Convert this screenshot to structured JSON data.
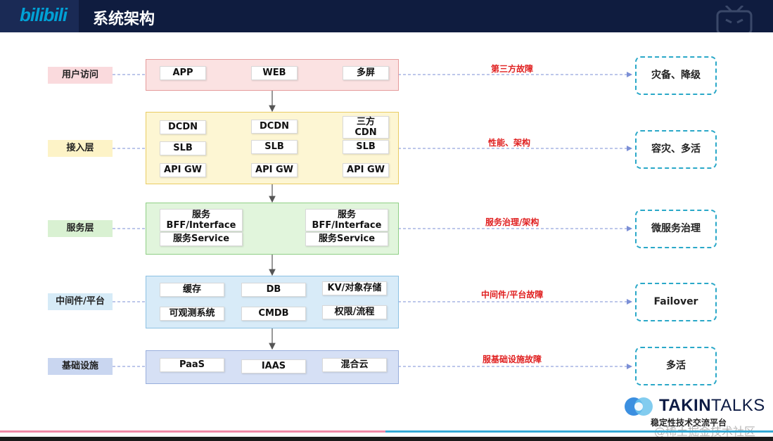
{
  "header": {
    "logo": "bilibili",
    "title": "系统架构"
  },
  "layers": [
    {
      "label": "用户访问",
      "label_bg": "#fadadd",
      "box_bg": "#fbe2e2",
      "box_border": "#e59a9a",
      "chips": [
        "APP",
        "WEB",
        "多屏"
      ],
      "risk": "第三方故障",
      "strategy": "灾备、降级"
    },
    {
      "label": "接入层",
      "label_bg": "#fdf3c7",
      "box_bg": "#fdf6d3",
      "box_border": "#e9cc63",
      "chips": [
        "DCDN",
        "SLB",
        "API GW",
        "DCDN",
        "SLB",
        "API GW",
        "三方CDN",
        "SLB",
        "API GW"
      ],
      "risk": "性能、架构",
      "strategy": "容灾、多活"
    },
    {
      "label": "服务层",
      "label_bg": "#d9f1d2",
      "box_bg": "#e1f5dc",
      "box_border": "#8fcf85",
      "chips": [
        "服务BFF/Interface",
        "服务Service",
        "服务BFF/Interface",
        "服务Service"
      ],
      "risk": "服务治理/架构",
      "strategy": "微服务治理"
    },
    {
      "label": "中间件/平台",
      "label_bg": "#d6ebf7",
      "box_bg": "#d8ebf8",
      "box_border": "#8cc1e3",
      "chips": [
        "缓存",
        "DB",
        "KV/对象存储",
        "可观测系统",
        "CMDB",
        "权限/流程"
      ],
      "risk": "中间件/平台故障",
      "strategy": "Failover"
    },
    {
      "label": "基础设施",
      "label_bg": "#c9d6f0",
      "box_bg": "#d6e0f5",
      "box_border": "#98aedc",
      "chips": [
        "PaaS",
        "IAAS",
        "混合云"
      ],
      "risk": "服基础设施故障",
      "strategy": "多活"
    }
  ],
  "chips_layer1": {
    "c0": "APP",
    "c1": "WEB",
    "c2": "多屏"
  },
  "chips_layer2": {
    "r0a": "DCDN",
    "r1a": "SLB",
    "r2a": "API GW",
    "r0b": "DCDN",
    "r1b": "SLB",
    "r2b": "API GW",
    "r0c_top": "三方",
    "r0c_bot": "CDN",
    "r1c": "SLB",
    "r2c": "API GW"
  },
  "chips_layer3": {
    "bff_top": "服务",
    "bff_bot": "BFF/Interface",
    "svc": "服务Service"
  },
  "chips_layer4": {
    "a": "缓存",
    "b": "DB",
    "c": "KV/对象存储",
    "d": "可观测系统",
    "e": "CMDB",
    "f": "权限/流程"
  },
  "chips_layer5": {
    "a": "PaaS",
    "b": "IAAS",
    "c": "混合云"
  },
  "brand": {
    "name_bold": "TAKIN",
    "name_thin": "TALKS",
    "subtitle": "稳定性技术交流平台"
  },
  "watermark": "@稀土掘金技术社区",
  "colors": {
    "risk": "#e02020",
    "dash": "#7b8fd6",
    "strategy_border": "#2aa8c8",
    "header": "#0f1c3f"
  }
}
